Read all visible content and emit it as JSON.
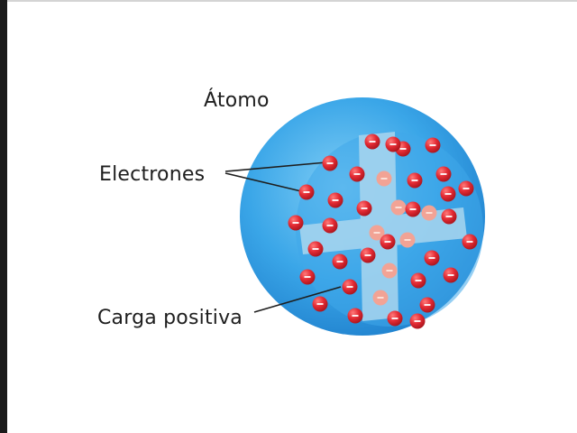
{
  "labels": {
    "atom": "Átomo",
    "electrons": "Electrones",
    "positive_charge": "Carga positiva"
  },
  "colors": {
    "sphere_light": "#6cc3f2",
    "sphere_mid": "#2f9ee5",
    "sphere_dark": "#1f7fcc",
    "cross": "#a9d6ef",
    "electron": "#e42b34",
    "electron_faded": "#f2a395",
    "leader_line": "#1e1e1e"
  },
  "icons": {
    "electron": "minus-sign",
    "positive_charge": "plus-cross"
  }
}
